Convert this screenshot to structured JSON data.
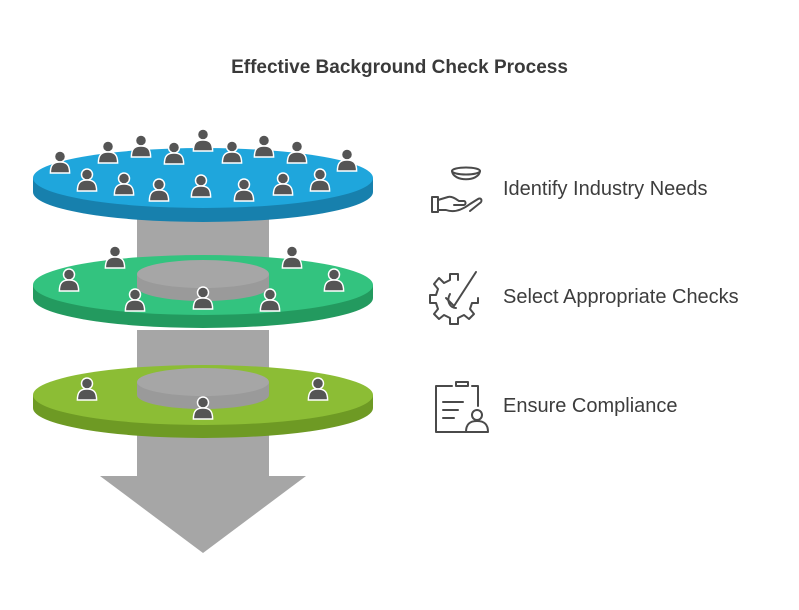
{
  "title": "Effective Background Check Process",
  "steps": [
    {
      "label": "Identify Industry Needs",
      "icon": "hand-bowl-icon",
      "color": "#1fa6dc"
    },
    {
      "label": "Select Appropriate Checks",
      "icon": "gear-check-icon",
      "color": "#33c37f"
    },
    {
      "label": "Ensure Compliance",
      "icon": "clipboard-person-icon",
      "color": "#8cbd35"
    }
  ],
  "colors": {
    "blue": "#1fa6dc",
    "green": "#33c37f",
    "lime": "#8cbd35",
    "pipe": "#a6a6a6",
    "person": "#555555",
    "arrow": "#a6a6a6"
  }
}
